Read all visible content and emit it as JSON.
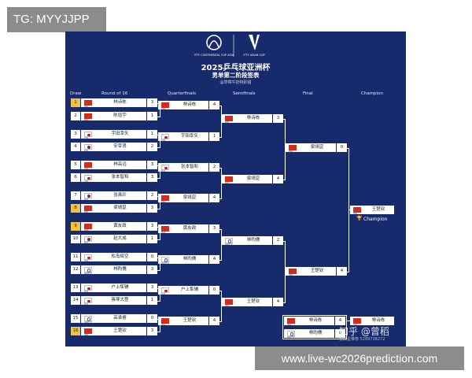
{
  "tag": "TG: MYYJJPP",
  "site": "www.live-wc2026prediction.com",
  "title": "2025乒乓球亚洲杯",
  "subtitle": "男单第二阶段签表",
  "sponsor": "@草莓牛奶特别甜",
  "logo_left": "ITTF CONTINENTAL CUP ASIA",
  "logo_right": "ITTF ASIAN CUP",
  "headers": [
    "Draw",
    "Round of 16",
    "Quarterfinals",
    "Semifinals",
    "Final",
    "Champion"
  ],
  "r16": [
    {
      "seed": "1",
      "name": "林诗栋",
      "score": "3",
      "cc": "中国",
      "flag": "cn",
      "gold": true
    },
    {
      "seed": "2",
      "name": "陈垣宇",
      "score": "1",
      "cc": "中国",
      "flag": "cn",
      "gold": false
    },
    {
      "seed": "3",
      "name": "宇田幸矢",
      "score": "1",
      "cc": "日本",
      "flag": "jp",
      "gold": false
    },
    {
      "seed": "4",
      "name": "安宰贤",
      "score": "2",
      "cc": "韩国",
      "flag": "kr",
      "gold": false
    },
    {
      "seed": "5",
      "name": "林高远",
      "score": "3",
      "cc": "中国",
      "flag": "cn",
      "gold": false
    },
    {
      "seed": "6",
      "name": "张本智和",
      "score": "3",
      "cc": "日本",
      "flag": "jp",
      "gold": false
    },
    {
      "seed": "7",
      "name": "张禹珍",
      "score": "2",
      "cc": "韩国",
      "flag": "kr",
      "gold": false
    },
    {
      "seed": "8",
      "name": "梁靖崑",
      "score": "3",
      "cc": "中国",
      "flag": "cn",
      "gold": true
    },
    {
      "seed": "9",
      "name": "黄友政",
      "score": "3",
      "cc": "中国",
      "flag": "cn",
      "gold": true
    },
    {
      "seed": "10",
      "name": "赵大成",
      "score": "1",
      "cc": "韩国",
      "flag": "kr",
      "gold": false
    },
    {
      "seed": "11",
      "name": "松岛辉空",
      "score": "0",
      "cc": "日本",
      "flag": "jp",
      "gold": false
    },
    {
      "seed": "12",
      "name": "林昀儒",
      "score": "3",
      "cc": "中国台北",
      "flag": "tw",
      "gold": false
    },
    {
      "seed": "13",
      "name": "户上隼辅",
      "score": "3",
      "cc": "日本",
      "flag": "jp",
      "gold": false
    },
    {
      "seed": "14",
      "name": "篠塚大登",
      "score": "1",
      "cc": "日本",
      "flag": "jp",
      "gold": false
    },
    {
      "seed": "15",
      "name": "高承睿",
      "score": "0",
      "cc": "中国台北",
      "flag": "tw",
      "gold": false
    },
    {
      "seed": "16",
      "name": "王楚钦",
      "score": "3",
      "cc": "中国",
      "flag": "cn",
      "gold": true
    }
  ],
  "qf": [
    {
      "name": "林诗栋",
      "score": "4",
      "cc": "中国",
      "flag": "cn"
    },
    {
      "name": "宇田幸矢",
      "score": "1",
      "cc": "日本",
      "flag": "jp"
    },
    {
      "name": "张本智和",
      "score": "2",
      "cc": "日本",
      "flag": "jp"
    },
    {
      "name": "梁靖崑",
      "score": "4",
      "cc": "中国",
      "flag": "cn"
    },
    {
      "name": "黄友政",
      "score": "3",
      "cc": "中国",
      "flag": "cn"
    },
    {
      "name": "林昀儒",
      "score": "4",
      "cc": "中国台北",
      "flag": "tw"
    },
    {
      "name": "户上隼辅",
      "score": "0",
      "cc": "日本",
      "flag": "jp"
    },
    {
      "name": "王楚钦",
      "score": "4",
      "cc": "中国",
      "flag": "cn"
    }
  ],
  "sf": [
    {
      "name": "林诗栋",
      "score": "3",
      "cc": "中国",
      "flag": "cn"
    },
    {
      "name": "梁靖崑",
      "score": "4",
      "cc": "中国",
      "flag": "cn"
    },
    {
      "name": "林昀儒",
      "score": "2",
      "cc": "中国台北",
      "flag": "tw"
    },
    {
      "name": "王楚钦",
      "score": "4",
      "cc": "中国",
      "flag": "cn"
    }
  ],
  "final": [
    {
      "name": "梁靖崑",
      "score": "0",
      "cc": "中国",
      "flag": "cn"
    },
    {
      "name": "王楚钦",
      "score": "4",
      "cc": "中国",
      "flag": "cn"
    }
  ],
  "champion": {
    "name": "王楚钦",
    "cc": "中国",
    "flag": "cn",
    "label": "Champion"
  },
  "bronze": [
    {
      "name": "林诗栋",
      "score": "4",
      "cc": "中国",
      "flag": "cn"
    },
    {
      "name": "林昀儒",
      "score": "0",
      "cc": "中国台北",
      "flag": "tw"
    }
  ],
  "bronze_winner": {
    "name": "林诗栋",
    "cc": "中国",
    "flag": "cn"
  },
  "watermark": "知乎 @曾稻",
  "watermark_sub": "全民星推荐 5289738272"
}
